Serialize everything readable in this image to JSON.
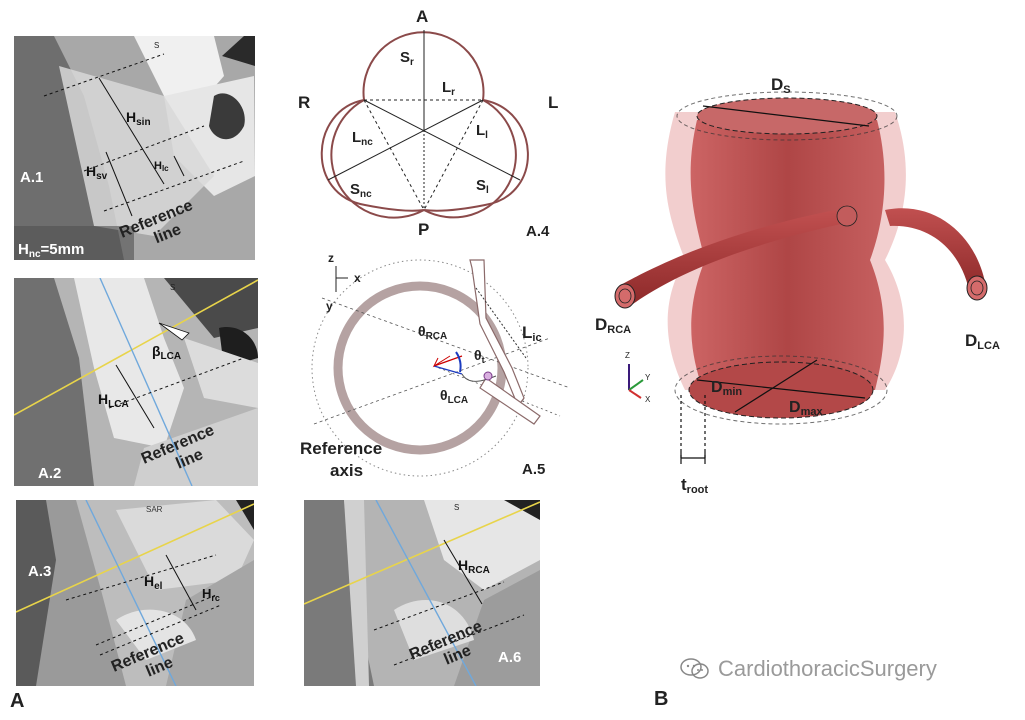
{
  "figure": {
    "panel_a_label": "A",
    "panel_b_label": "B",
    "watermark": "CardiothoracicSurgery"
  },
  "a1": {
    "tag": "A.1",
    "corner_s": "S",
    "h_sin": "H",
    "h_sin_sub": "sin",
    "h_sv": "H",
    "h_sv_sub": "sv",
    "h_lc": "H",
    "h_lc_sub": "lc",
    "ref_1": "Reference",
    "ref_2": "line",
    "hnc": "H",
    "hnc_sub": "nc",
    "hnc_val": "=5mm"
  },
  "a2": {
    "tag": "A.2",
    "corner_s": "S",
    "beta": "β",
    "beta_sub": "LCA",
    "h_lca": "H",
    "h_lca_sub": "LCA",
    "ref_1": "Reference",
    "ref_2": "line"
  },
  "a3": {
    "tag": "A.3",
    "header": "SAR",
    "h_el": "H",
    "h_el_sub": "el",
    "h_rc": "H",
    "h_rc_sub": "rc",
    "ref_1": "Reference",
    "ref_2": "line"
  },
  "a6": {
    "tag": "A.6",
    "corner_s": "S",
    "h_rca": "H",
    "h_rca_sub": "RCA",
    "ref_1": "Reference",
    "ref_2": "line"
  },
  "a4": {
    "tag": "A.4",
    "top": "A",
    "left": "R",
    "right": "L",
    "bottom": "P",
    "sr": "S",
    "sr_sub": "r",
    "lr": "L",
    "lr_sub": "r",
    "lnc": "L",
    "lnc_sub": "nc",
    "ll": "L",
    "ll_sub": "l",
    "snc": "S",
    "snc_sub": "nc",
    "sl": "S",
    "sl_sub": "l"
  },
  "a5": {
    "tag": "A.5",
    "axis_z": "z",
    "axis_x": "x",
    "axis_y": "y",
    "theta_rca": "θ",
    "theta_rca_sub": "RCA",
    "theta_t": "θ",
    "theta_t_sub": "t",
    "theta_lca": "θ",
    "theta_lca_sub": "LCA",
    "lic": "L",
    "lic_sub": "ic",
    "ref_1": "Reference",
    "ref_2": "axis"
  },
  "b": {
    "ds": "D",
    "ds_sub": "S",
    "drca": "D",
    "drca_sub": "RCA",
    "dlca": "D",
    "dlca_sub": "LCA",
    "dmin": "D",
    "dmin_sub": "min",
    "dmax": "D",
    "dmax_sub": "max",
    "troot": "t",
    "troot_sub": "root",
    "axis_z": "Z",
    "axis_y": "Y",
    "axis_x": "X"
  }
}
